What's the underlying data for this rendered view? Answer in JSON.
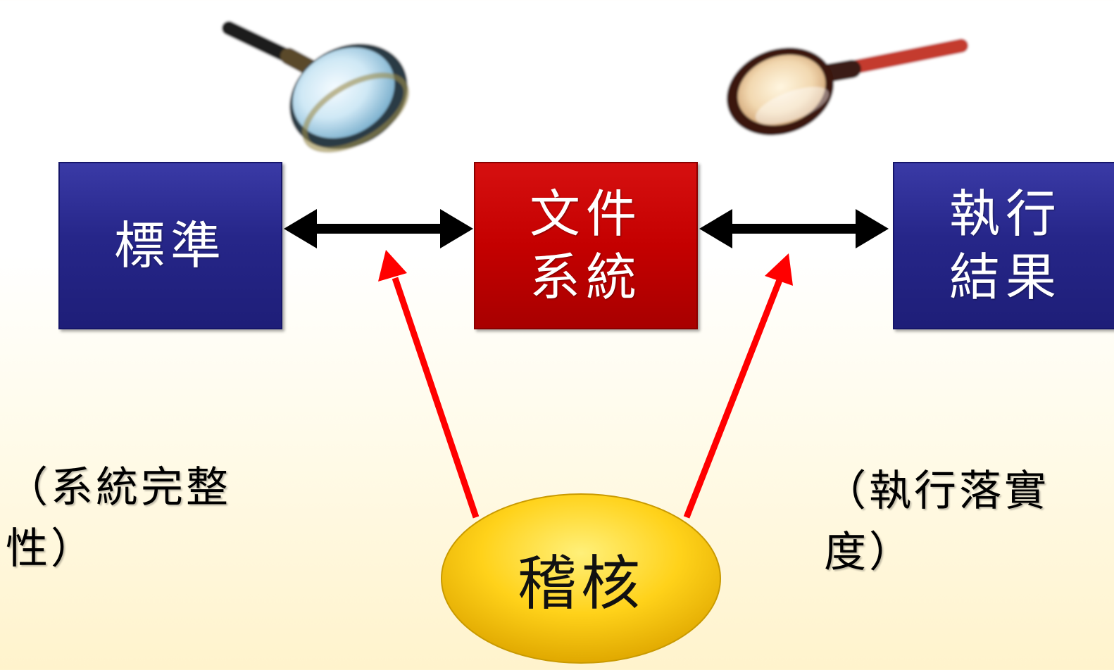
{
  "boxes": {
    "standard": {
      "label": "標準",
      "color": "#262689"
    },
    "document_system": {
      "label": "文件\n系統",
      "color": "#c40000"
    },
    "execution_result": {
      "label": "執行\n結果",
      "color": "#262689"
    }
  },
  "audit": {
    "label": "稽核",
    "color": "#ffcc00"
  },
  "notes": {
    "left": "（系統完整\n性）",
    "right": "（執行落實\n度）"
  },
  "arrows": {
    "double_color": "#000000",
    "audit_color": "#ff0000"
  },
  "icons": {
    "left": "magnifying-glass-blue-icon",
    "right": "magnifying-glass-red-icon"
  }
}
